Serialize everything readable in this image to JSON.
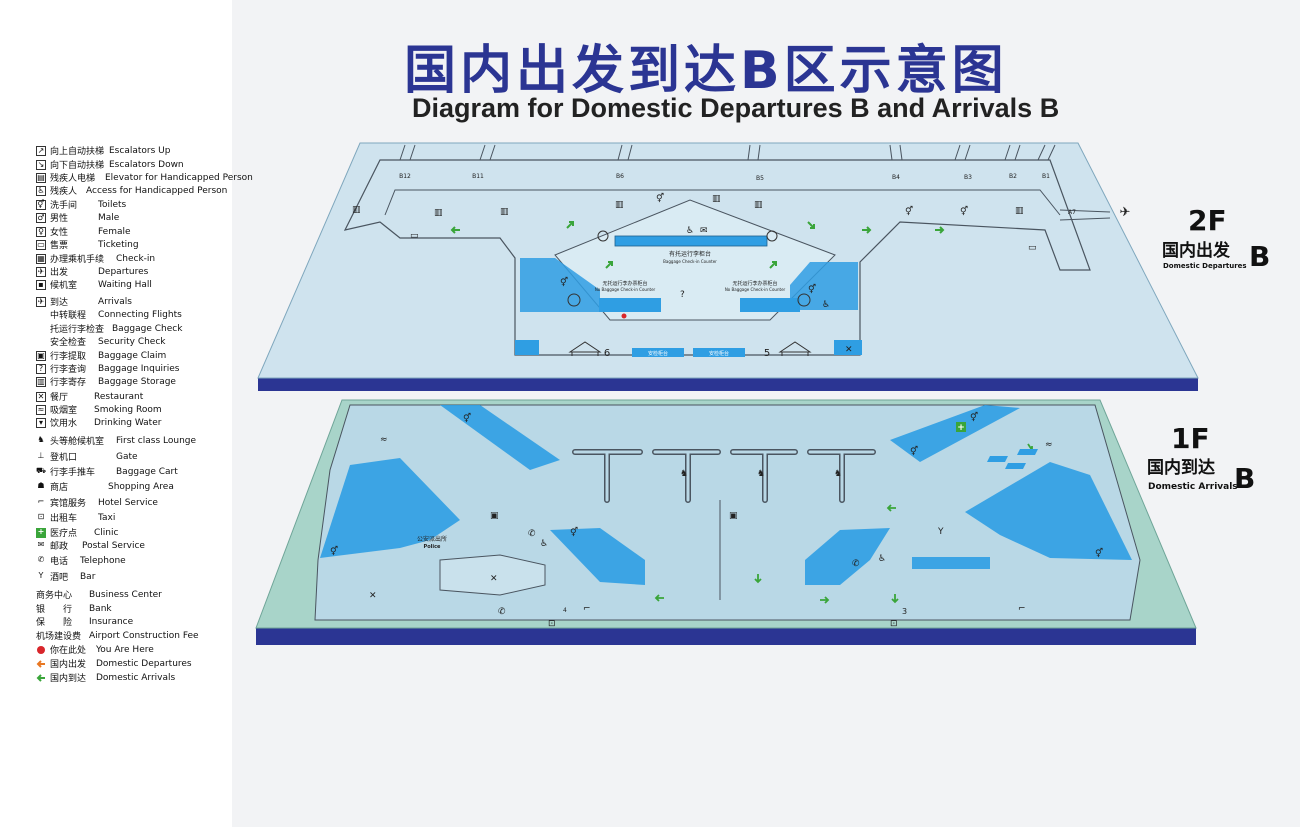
{
  "title": {
    "cn": "国内出发到达B区示意图",
    "en": "Diagram for Domestic Departures B and Arrivals B"
  },
  "floors": {
    "upper": {
      "num": "2F",
      "cn": "国内出发",
      "en": "Domestic Departures",
      "zone": "B"
    },
    "lower": {
      "num": "1F",
      "cn": "国内到达",
      "en": "Domestic Arrivals",
      "zone": "B"
    }
  },
  "legend": [
    {
      "cn": "向上自动扶梯",
      "en": "Escalators Up",
      "icon": "escalator-up-icon"
    },
    {
      "cn": "向下自动扶梯",
      "en": "Escalators Down",
      "icon": "escalator-down-icon"
    },
    {
      "cn": "残疾人电梯",
      "en": "Elevator for Handicapped Person",
      "icon": "elevator-icon"
    },
    {
      "cn": "残疾人",
      "en": "Access for Handicapped Person",
      "icon": "wheelchair-icon"
    },
    {
      "cn": "洗手间",
      "en": "Toilets",
      "icon": "toilet-icon"
    },
    {
      "cn": "男性",
      "en": "Male",
      "icon": "male-icon"
    },
    {
      "cn": "女性",
      "en": "Female",
      "icon": "female-icon"
    },
    {
      "cn": "售票",
      "en": "Ticketing",
      "icon": "ticket-icon"
    },
    {
      "cn": "办理乘机手续",
      "en": "Check-in",
      "icon": "check-in-icon"
    },
    {
      "cn": "出发",
      "en": "Departures",
      "icon": "departures-icon"
    },
    {
      "cn": "候机室",
      "en": "Waiting Hall",
      "icon": "waiting-hall-icon"
    },
    {
      "cn": "到达",
      "en": "Arrivals",
      "icon": "arrivals-icon"
    },
    {
      "cn": "中转联程",
      "en": "Connecting Flights",
      "icon": "connecting-icon"
    },
    {
      "cn": "托运行李检查",
      "en": "Baggage Check",
      "icon": "baggage-check-icon"
    },
    {
      "cn": "安全检查",
      "en": "Security Check",
      "icon": "security-icon"
    },
    {
      "cn": "行李提取",
      "en": "Baggage Claim",
      "icon": "baggage-claim-icon"
    },
    {
      "cn": "行李查询",
      "en": "Baggage Inquiries",
      "icon": "baggage-inquiry-icon"
    },
    {
      "cn": "行李寄存",
      "en": "Baggage Storage",
      "icon": "baggage-storage-icon"
    },
    {
      "cn": "餐厅",
      "en": "Restaurant",
      "icon": "restaurant-icon"
    },
    {
      "cn": "吸烟室",
      "en": "Smoking Room",
      "icon": "smoking-icon"
    },
    {
      "cn": "饮用水",
      "en": "Drinking Water",
      "icon": "drinking-water-icon"
    },
    {
      "cn": "头等舱候机室",
      "en": "First class Lounge",
      "icon": "lounge-icon"
    },
    {
      "cn": "登机口",
      "en": "Gate",
      "icon": "gate-icon"
    },
    {
      "cn": "行李手推车",
      "en": "Baggage Cart",
      "icon": "cart-icon"
    },
    {
      "cn": "商店",
      "en": "Shopping Area",
      "icon": "shop-icon"
    },
    {
      "cn": "宾馆服务",
      "en": "Hotel Service",
      "icon": "hotel-icon"
    },
    {
      "cn": "出租车",
      "en": "Taxi",
      "icon": "taxi-icon"
    },
    {
      "cn": "医疗点",
      "en": "Clinic",
      "icon": "clinic-icon"
    },
    {
      "cn": "邮政",
      "en": "Postal Service",
      "icon": "postal-icon"
    },
    {
      "cn": "电话",
      "en": "Telephone",
      "icon": "telephone-icon"
    },
    {
      "cn": "酒吧",
      "en": "Bar",
      "icon": "bar-icon"
    },
    {
      "cn": "商务中心",
      "en": "Business Center",
      "icon": "business-icon"
    },
    {
      "cn": "银　　行",
      "en": "Bank",
      "icon": "bank-icon"
    },
    {
      "cn": "保　　险",
      "en": "Insurance",
      "icon": "insurance-icon"
    },
    {
      "cn": "机场建设费",
      "en": "Airport Construction Fee",
      "icon": "fee-icon"
    },
    {
      "cn": "你在此处",
      "en": "You Are Here",
      "icon": "you-are-here-icon"
    },
    {
      "cn": "国内出发",
      "en": "Domestic Departures",
      "icon": "departure-arrow-icon"
    },
    {
      "cn": "国内到达",
      "en": "Domestic Arrivals",
      "icon": "arrival-arrow-icon"
    }
  ],
  "gates_2f": [
    "B12",
    "B11",
    "B6",
    "B5",
    "B4",
    "B3",
    "B2",
    "B1",
    "A7"
  ],
  "labels_2f": {
    "checkin_counter_cn": "有托运行李柜台",
    "checkin_counter_en": "Baggage Check-in Counter",
    "no_bag_counter_cn": "无托运行李办票柜台",
    "no_bag_counter_en": "No Baggage Check-in Counter",
    "exit_6": "6",
    "exit_5": "5",
    "sec_counter_1": "安检柜台",
    "sec_counter_2": "安检柜台"
  },
  "labels_1f": {
    "police_cn": "公安派出所",
    "police_en": "Police",
    "door_4": "4",
    "door_3": "3"
  },
  "colors": {
    "title": "#2b3593",
    "floor_2f": "#cfe3ee",
    "floor_1f": "#b9d8e6",
    "zone_blue": "#2f9ee3",
    "base": "#2b3593",
    "ground_1f": "#a8d4c9",
    "arrow_green": "#3aa53a",
    "arrow_orange": "#e87722",
    "here_red": "#d8262b"
  }
}
